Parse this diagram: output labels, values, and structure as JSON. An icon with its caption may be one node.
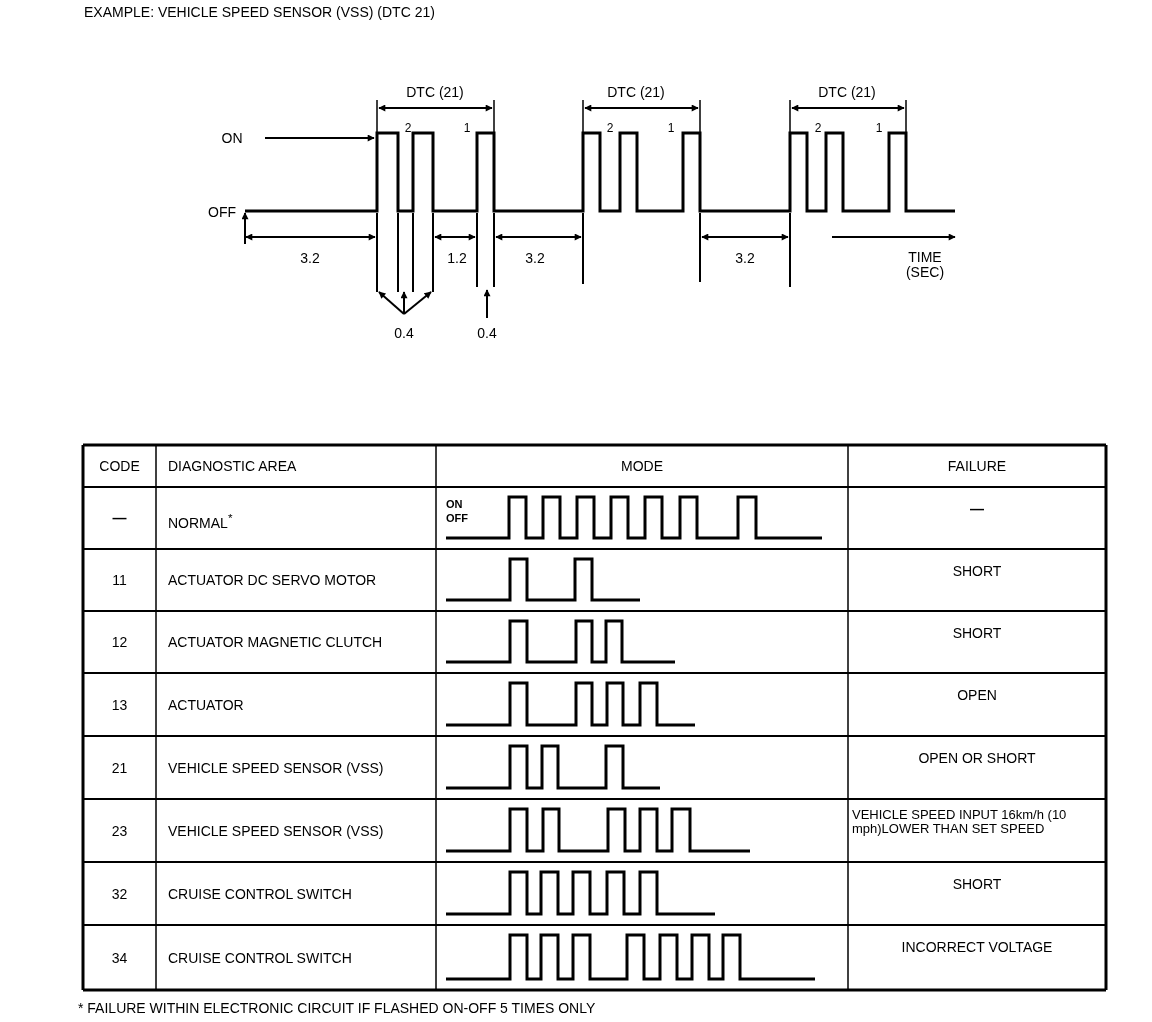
{
  "diagram": {
    "title": "EXAMPLE: VEHICLE SPEED SENSOR (VSS) (DTC 21)",
    "labels": [
      "DTC (21)",
      "DTC (21)",
      "DTC (21)",
      "ON",
      "2",
      "1",
      "2",
      "1",
      "2",
      "1",
      "OFF",
      "3.2",
      "1.2",
      "3.2",
      "3.2",
      "TIME (SEC)",
      "0.4",
      "0.4",
      "CODE",
      "DIAGNOSTIC AREA",
      "MODE",
      "FAILURE",
      "—",
      "NORMAL$^{*}$",
      "ON",
      "OFF",
      "—",
      "11",
      "ACTUATOR DC SERVO MOTOR",
      "SHORT",
      "12",
      "ACTUATOR MAGNETIC CLUTCH",
      "SHORT",
      "13",
      "ACTUATOR",
      "OPEN",
      "21",
      "VEHICLE SPEED SENSOR (VSS)",
      "OPEN OR SHORT",
      "23",
      "VEHICLE SPEED SENSOR (VSS)",
      "VEHICLE SPEED INPUT 16km/h (10 mph)LOWER THAN SET SPEED",
      "32",
      "CRUISE CONTROL SWITCH",
      "SHORT",
      "34",
      "CRUISE CONTROL SWITCH",
      "INCORRECT VOLTAGE",
      "* FAILURE WITHIN ELECTRONIC CIRCUIT IF FLASHED ON-OFF 5 TIMES ONLY"
    ]
  }
}
